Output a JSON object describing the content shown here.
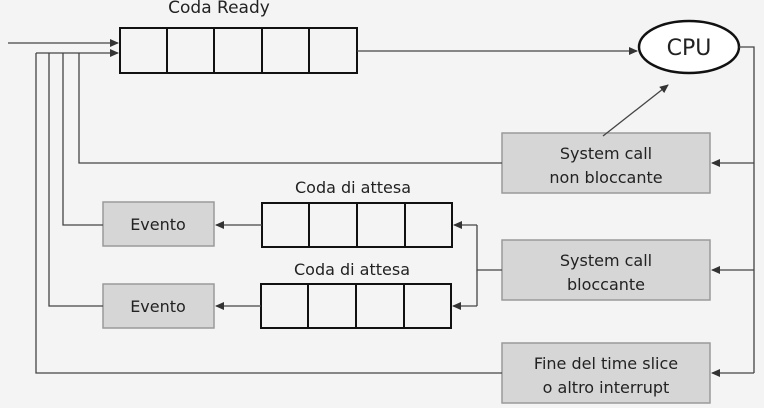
{
  "ready_queue": {
    "label": "Coda Ready",
    "slots": 5
  },
  "cpu": {
    "label": "CPU"
  },
  "wait_queues": [
    {
      "label": "Coda di attesa",
      "slots": 4
    },
    {
      "label": "Coda di attesa",
      "slots": 4
    }
  ],
  "events": [
    {
      "label": "Evento"
    },
    {
      "label": "Evento"
    }
  ],
  "boxes": {
    "syscall_nonblocking": [
      "System call",
      "non bloccante"
    ],
    "syscall_blocking": [
      "System call",
      "bloccante"
    ],
    "timeslice": [
      "Fine del time slice",
      "o altro interrupt"
    ]
  },
  "colors": {
    "background": "#f4f4f4",
    "box_fill": "#d6d6d6",
    "box_border": "#9a9a9a",
    "line": "#444444",
    "queue_border": "#111111"
  }
}
